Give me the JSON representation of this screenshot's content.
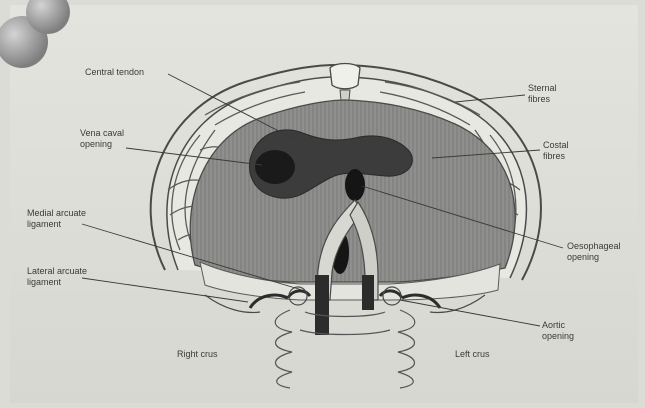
{
  "labels": {
    "central_tendon": "Central tendon",
    "vena_caval_1": "Vena caval",
    "vena_caval_2": "opening",
    "medial_arcuate_1": "Medial arcuate",
    "medial_arcuate_2": "ligament",
    "lateral_arcuate_1": "Lateral arcuate",
    "lateral_arcuate_2": "ligament",
    "right_crus": "Right crus",
    "left_crus": "Left crus",
    "sternal_1": "Sternal",
    "sternal_2": "fibres",
    "costal_1": "Costal",
    "costal_2": "fibres",
    "oesophageal_1": "Oesophageal",
    "oesophageal_2": "opening",
    "aortic_1": "Aortic",
    "aortic_2": "opening"
  }
}
